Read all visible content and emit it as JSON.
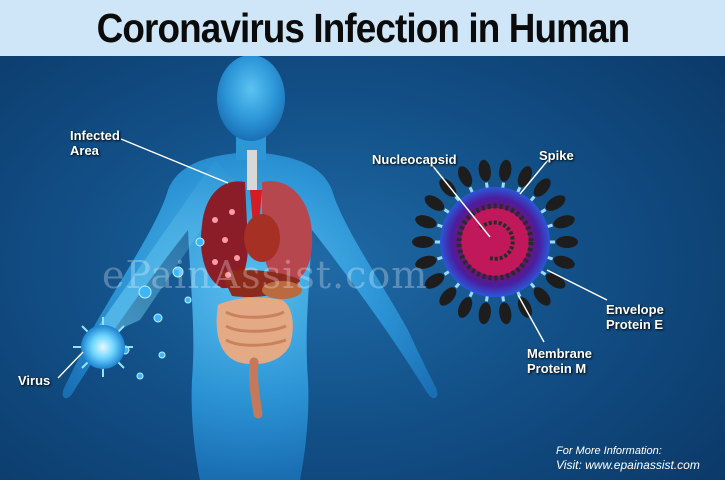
{
  "title": "Coronavirus Infection in Human",
  "labels": {
    "infected_area": [
      "Infected",
      "Area"
    ],
    "nucleocapsid": "Nucleocapsid",
    "spike": "Spike",
    "envelope": [
      "Envelope",
      "Protein E"
    ],
    "membrane": [
      "Membrane",
      "Protein M"
    ],
    "virus": "Virus"
  },
  "watermark": "ePainAssist.com",
  "footer": {
    "line1": "For More Information:",
    "line2": "Visit: www.epainassist.com"
  },
  "colors": {
    "title_bar": "#cfe6f8",
    "background": "#124f86",
    "body": "#2fa0e0",
    "lungs": "#8a1d28",
    "virus_core": "#c0185a",
    "spike": "#1d1d1d"
  }
}
